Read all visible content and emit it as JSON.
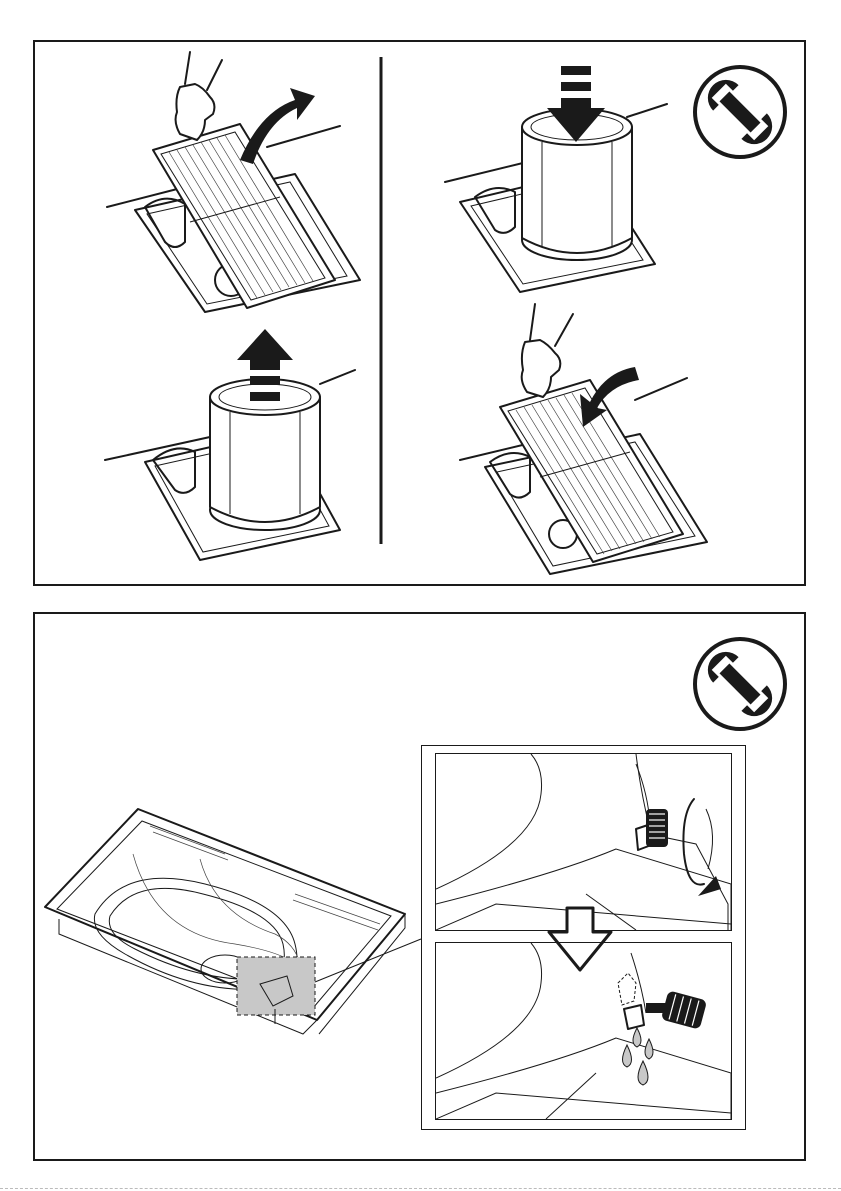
{
  "panels": [
    {
      "id": "filter-replacement",
      "icon": "wrench-icon",
      "steps": [
        "remove-grease-filter",
        "remove-carbon-filter",
        "insert-carbon-filter",
        "refit-grease-filter"
      ],
      "arrows": [
        "curved-arrow-up",
        "up-arrow",
        "down-arrow",
        "curved-arrow-down"
      ]
    },
    {
      "id": "drain-condensate",
      "icon": "wrench-icon",
      "steps": [
        "unscrew-drain-plug",
        "water-drains-out"
      ],
      "arrows": [
        "rotate-arrow",
        "hollow-down-arrow"
      ]
    }
  ],
  "colors": {
    "line": "#1a1a1a",
    "highlight": "#c8c8c8",
    "background": "#ffffff"
  }
}
